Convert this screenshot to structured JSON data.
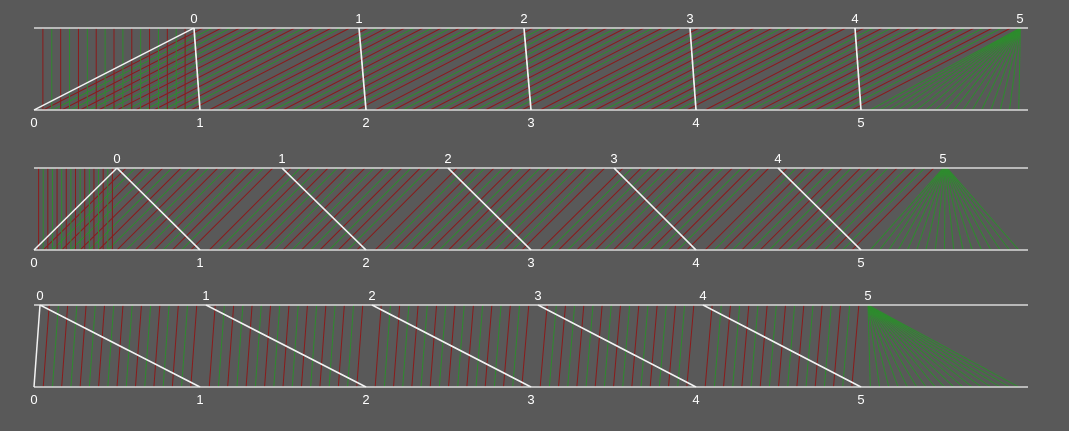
{
  "diagrams": [
    {
      "top_labels": [
        "0",
        "1",
        "2",
        "3",
        "4",
        "5"
      ],
      "bottom_labels": [
        "0",
        "1",
        "2",
        "3",
        "4",
        "5"
      ]
    },
    {
      "top_labels": [
        "0",
        "1",
        "2",
        "3",
        "4",
        "5"
      ],
      "bottom_labels": [
        "0",
        "1",
        "2",
        "3",
        "4",
        "5"
      ]
    },
    {
      "top_labels": [
        "0",
        "1",
        "2",
        "3",
        "4",
        "5"
      ],
      "bottom_labels": [
        "0",
        "1",
        "2",
        "3",
        "4",
        "5"
      ]
    }
  ],
  "colors": {
    "background": "#595959",
    "rail": "#d9d9d9",
    "white_connector": "#f2f2f2",
    "red_connector": "#8b1a1a",
    "green_connector": "#2e8b2e",
    "label": "#ffffff"
  }
}
